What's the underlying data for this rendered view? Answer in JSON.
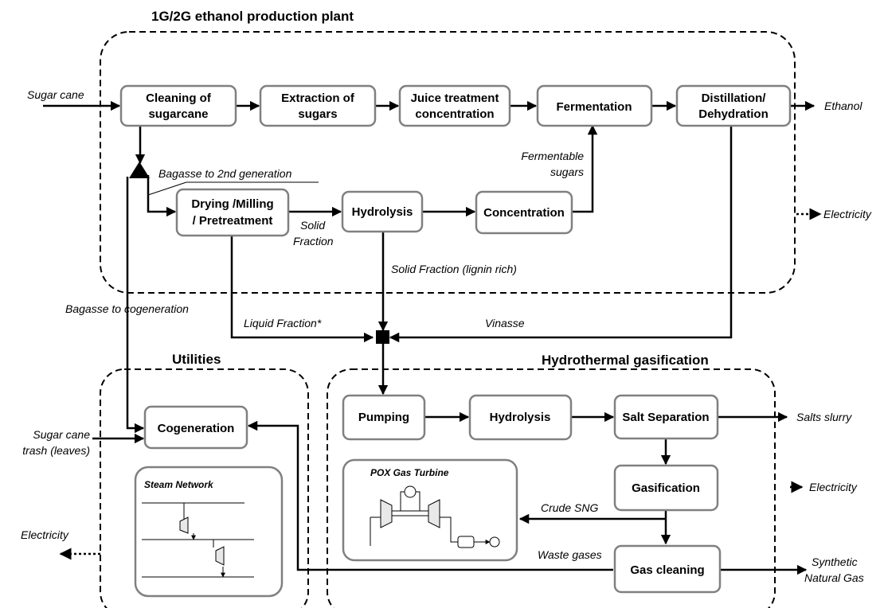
{
  "sections": {
    "plant_title": "1G/2G ethanol production plant",
    "utilities_title": "Utilities",
    "htg_title": "Hydrothermal gasification"
  },
  "process": {
    "cleaning": [
      "Cleaning of",
      "sugarcane"
    ],
    "extraction": [
      "Extraction of",
      "sugars"
    ],
    "juice": [
      "Juice treatment",
      "concentration"
    ],
    "fermentation": [
      "Fermentation"
    ],
    "distillation": [
      "Distillation/",
      "Dehydration"
    ],
    "drying": [
      "Drying /Milling",
      "/ Pretreatment"
    ],
    "hydrolysis1": [
      "Hydrolysis"
    ],
    "concentration": [
      "Concentration"
    ],
    "cogeneration": [
      "Cogeneration"
    ],
    "pumping": [
      "Pumping"
    ],
    "hydrolysis2": [
      "Hydrolysis"
    ],
    "salt_sep": [
      "Salt Separation"
    ],
    "gasification": [
      "Gasification"
    ],
    "gas_cleaning": [
      "Gas cleaning"
    ]
  },
  "io_labels": {
    "sugar_cane": "Sugar cane",
    "ethanol": "Ethanol",
    "electricity_plant": "Electricity",
    "trash": [
      "Sugar cane",
      "trash (leaves)"
    ],
    "electricity_utilities": "Electricity",
    "salts": "Salts slurry",
    "electricity_htg": "Electricity",
    "sng": [
      "Synthetic",
      "Natural Gas"
    ]
  },
  "edge_labels": {
    "bagasse_2g": "Bagasse to 2nd generation",
    "fermentable": [
      "Fermentable",
      "sugars"
    ],
    "solid_fraction": [
      "Solid",
      "Fraction"
    ],
    "solid_lignin": "Solid Fraction (lignin rich)",
    "bagasse_cogen": "Bagasse to cogeneration",
    "liquid_fraction": "Liquid Fraction*",
    "vinasse": "Vinasse",
    "crude_sng": "Crude SNG",
    "waste_gases": "Waste gases"
  },
  "insets": {
    "steam_network": "Steam Network",
    "pox_turbine": "POX Gas Turbine"
  }
}
